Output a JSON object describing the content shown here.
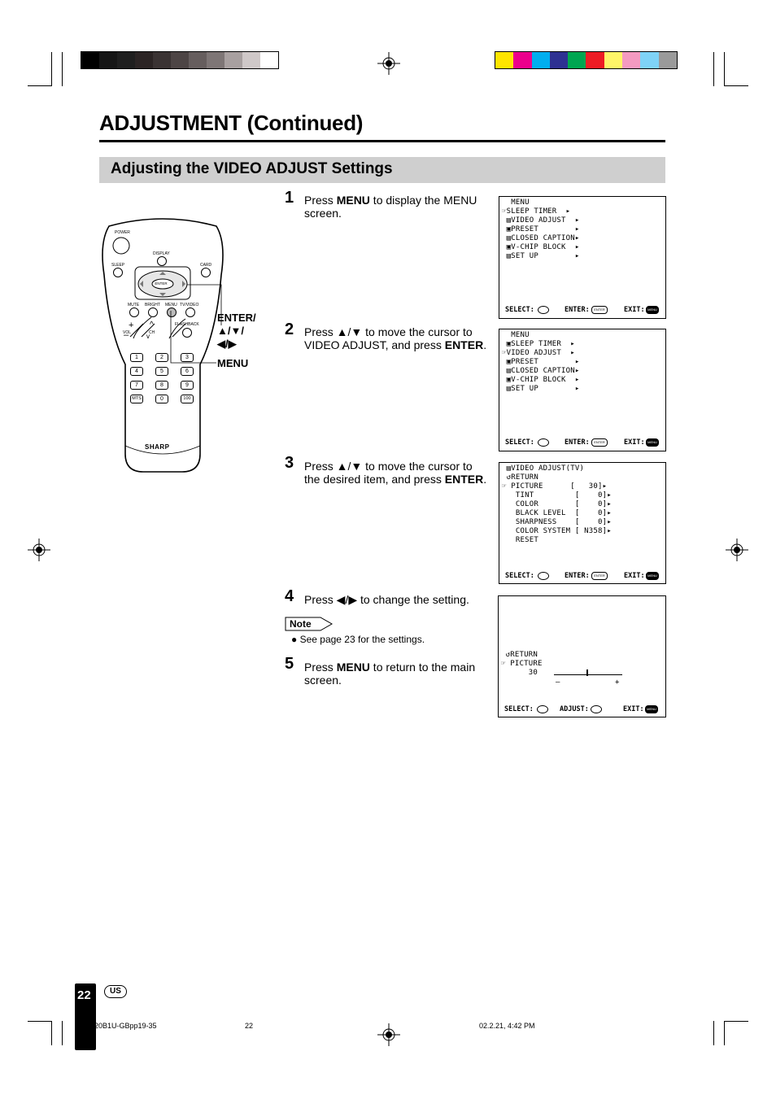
{
  "page": {
    "title": "ADJUSTMENT (Continued)",
    "section_title": "Adjusting the VIDEO ADJUST Settings",
    "page_number": "22",
    "region_badge": "US"
  },
  "color_bars": {
    "grays": [
      "#000000",
      "#161616",
      "#1f1f1f",
      "#2b2424",
      "#3a3333",
      "#4d4545",
      "#665e5e",
      "#7e7676",
      "#a8a0a0",
      "#cfc8c8",
      "#ffffff"
    ],
    "colors": [
      "#ffe500",
      "#ec008c",
      "#00aeef",
      "#2e3192",
      "#00a651",
      "#ed1c24",
      "#fff568",
      "#f49ac1",
      "#7fd3f7",
      "#9a9a9a"
    ]
  },
  "remote": {
    "labels": {
      "power": "POWER",
      "display": "DISPLAY",
      "sleep": "SLEEP",
      "card": "CARD",
      "enter": "ENTER",
      "mute": "MUTE",
      "bright": "BRIGHT",
      "menu": "MENU",
      "tvvideo": "TV/VIDEO",
      "flashback": "FLASHBACK",
      "vol": "VOL",
      "ch": "CH",
      "brand": "SHARP"
    },
    "keypad": [
      "1",
      "2",
      "3",
      "4",
      "5",
      "6",
      "7",
      "8",
      "9",
      "MTS",
      "0",
      "100"
    ],
    "callouts": {
      "enter": "ENTER/",
      "arrows_ud": "▲/▼/",
      "arrows_lr": "◀/▶",
      "menu": "MENU"
    }
  },
  "steps": [
    {
      "num": "1",
      "pre": "Press ",
      "bold": "MENU",
      "post": " to display the MENU screen.",
      "tail_bold": "",
      "tail": ""
    },
    {
      "num": "2",
      "pre": "Press ▲/▼ to move the cursor to VIDEO ADJUST, and press ",
      "bold": "",
      "post": "",
      "tail_bold": "ENTER",
      "tail": "."
    },
    {
      "num": "3",
      "pre": "Press ▲/▼ to move the cursor to the desired item, and press ",
      "bold": "",
      "post": "",
      "tail_bold": "ENTER",
      "tail": "."
    },
    {
      "num": "4",
      "pre": "Press ◀/▶  to change the setting.",
      "bold": "",
      "post": "",
      "tail_bold": "",
      "tail": ""
    },
    {
      "num": "5",
      "pre": "Press ",
      "bold": "MENU",
      "post": " to return to the main screen.",
      "tail_bold": "",
      "tail": ""
    }
  ],
  "note": {
    "label": "Note",
    "bullet": "See page 23 for the settings."
  },
  "screens": {
    "s1": {
      "lines": "  MENU\n☞SLEEP TIMER  ▸\n ▤VIDEO ADJUST  ▸\n ▣PRESET        ▸\n ▤CLOSED CAPTION▸\n ▣V-CHIP BLOCK  ▸\n ▤SET UP        ▸",
      "select": "SELECT:",
      "enter": "ENTER:",
      "exit": "EXIT:"
    },
    "s2": {
      "lines": "  MENU\n ▣SLEEP TIMER  ▸\n☞VIDEO ADJUST  ▸\n ▣PRESET        ▸\n ▤CLOSED CAPTION▸\n ▣V-CHIP BLOCK  ▸\n ▤SET UP        ▸",
      "select": "SELECT:",
      "enter": "ENTER:",
      "exit": "EXIT:"
    },
    "s3": {
      "lines": " ▤VIDEO ADJUST(TV)\n ↺RETURN\n☞ PICTURE      [   30]▸\n   TINT         [    0]▸\n   COLOR        [    0]▸\n   BLACK LEVEL  [    0]▸\n   SHARPNESS    [    0]▸\n   COLOR SYSTEM [ N358]▸\n   RESET",
      "select": "SELECT:",
      "enter": "ENTER:",
      "exit": "EXIT:"
    },
    "s4": {
      "lines": " ↺RETURN\n☞ PICTURE\n      30",
      "minus": "–",
      "plus": "+",
      "select": "SELECT:",
      "adjust": "ADJUST:",
      "exit": "EXIT:"
    },
    "button_labels": {
      "enter": "ENTER",
      "menu": "MENU"
    }
  },
  "footer": {
    "file": "20B1U-GBpp19-35",
    "page": "22",
    "date": "02.2.21, 4:42 PM"
  }
}
